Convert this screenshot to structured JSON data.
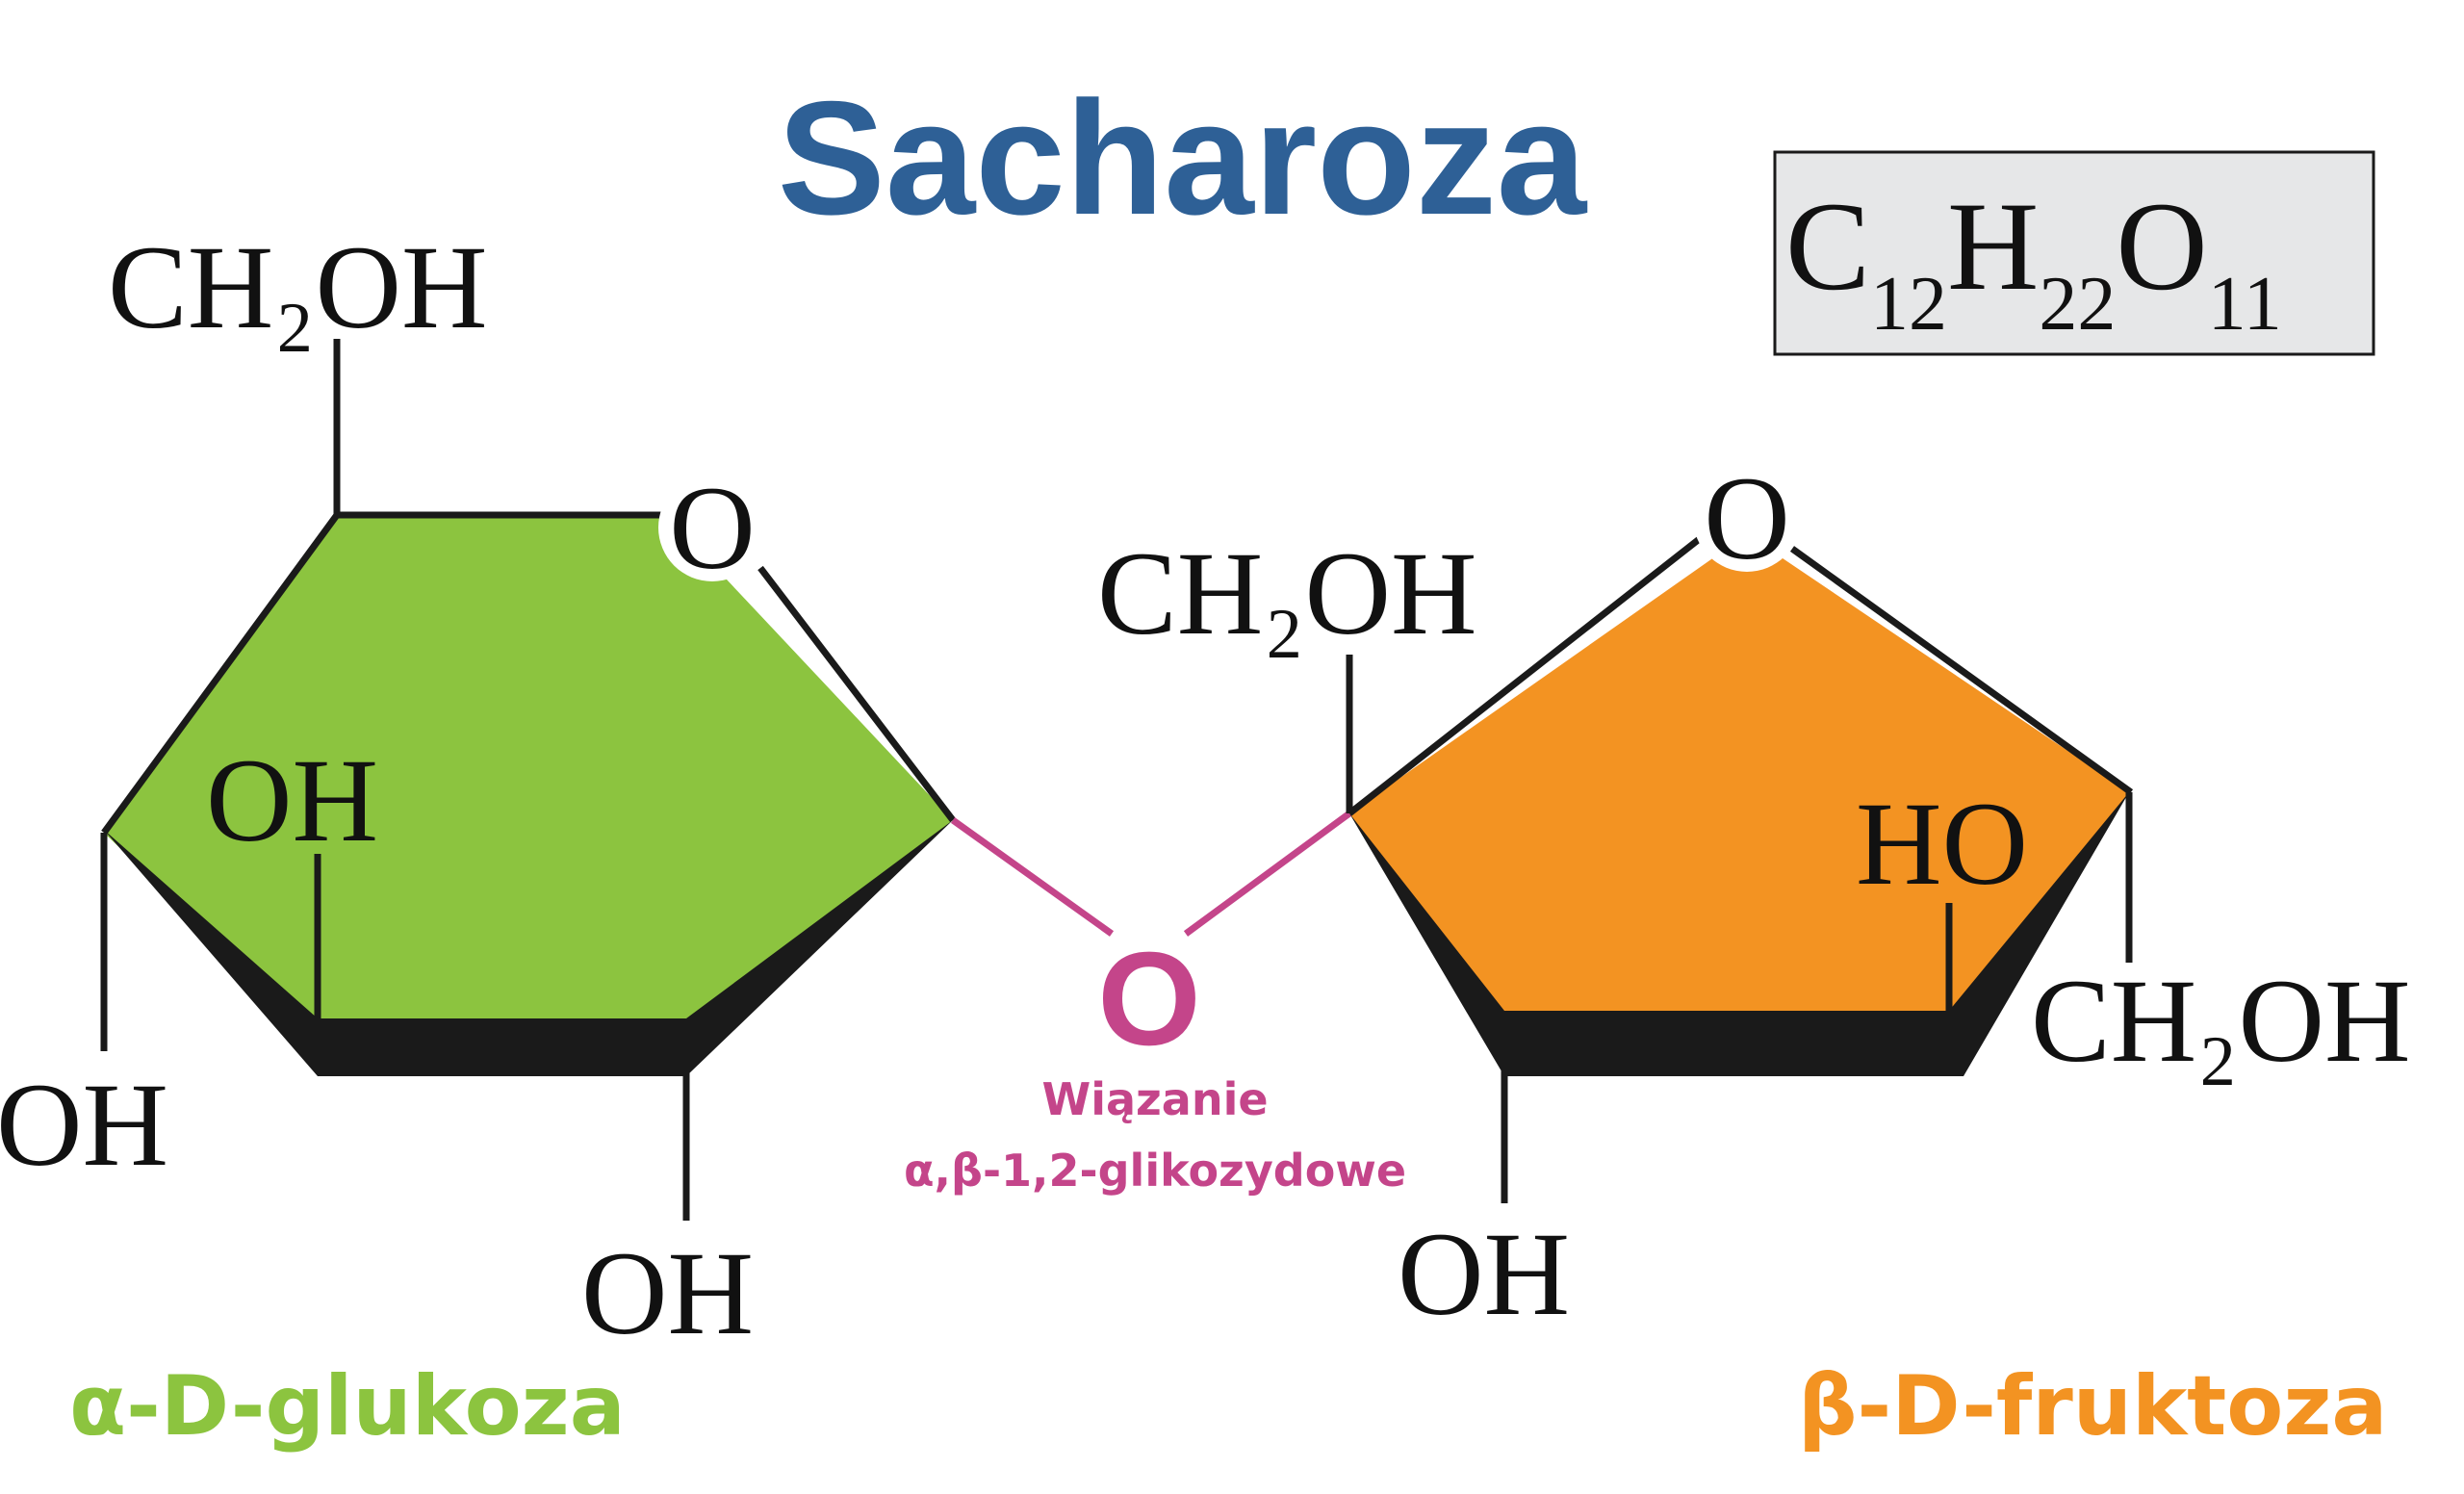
{
  "title": "Sacharoza",
  "formula": {
    "parts": [
      {
        "el": "C",
        "n": "12"
      },
      {
        "el": "H",
        "n": "22"
      },
      {
        "el": "O",
        "n": "11"
      }
    ]
  },
  "glucose": {
    "name": "α-D-glukoza",
    "color": "#8cc43f",
    "ring_oxygen": "O",
    "groups": {
      "ch2oh": "CH₂OH",
      "oh_inner": "OH",
      "oh_left": "OH",
      "oh_bottom": "OH"
    }
  },
  "fructose": {
    "name": "β-D-fruktoza",
    "color": "#f39322",
    "ring_oxygen": "O",
    "groups": {
      "ch2oh_top": "CH₂OH",
      "ho_inner": "HO",
      "ch2oh_right": "CH₂OH",
      "oh_bottom": "OH"
    }
  },
  "linkage": {
    "oxygen": "O",
    "label_line1": "Wiązanie",
    "label_line2": "α,β-1,2-glikozydowe",
    "color": "#c4458a"
  },
  "colors": {
    "title": "#2e6096",
    "bonds": "#1a1a1a",
    "formula_box_fill": "#e6e7e8"
  }
}
